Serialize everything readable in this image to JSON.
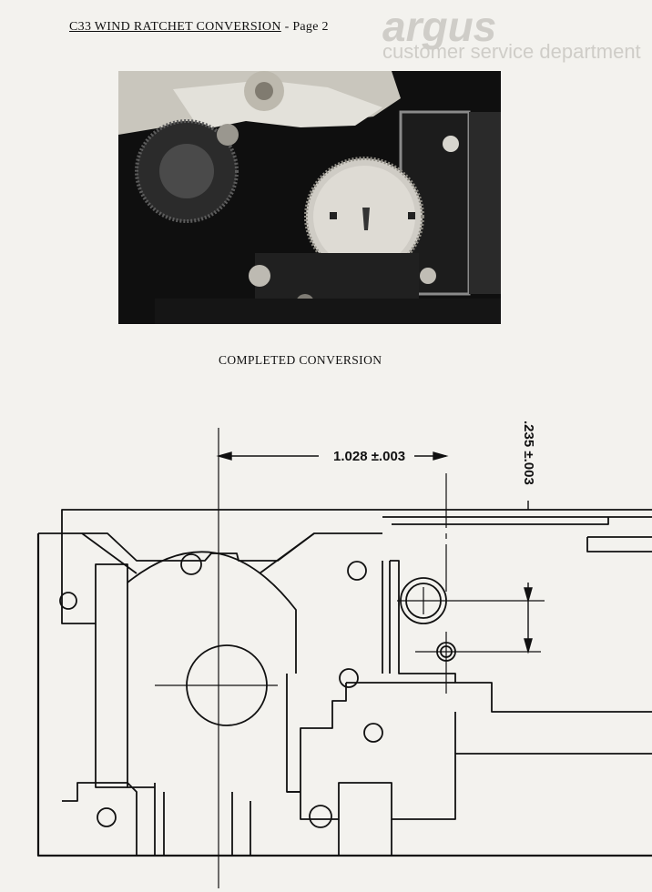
{
  "header": {
    "title_main": "C33 WIND RATCHET CONVERSION",
    "title_suffix": " - Page 2"
  },
  "photo": {
    "caption": "COMPLETED CONVERSION"
  },
  "drawing": {
    "horizontal_dimension": "1.028 ±.003",
    "vertical_dimension": ".235 ±.003"
  }
}
